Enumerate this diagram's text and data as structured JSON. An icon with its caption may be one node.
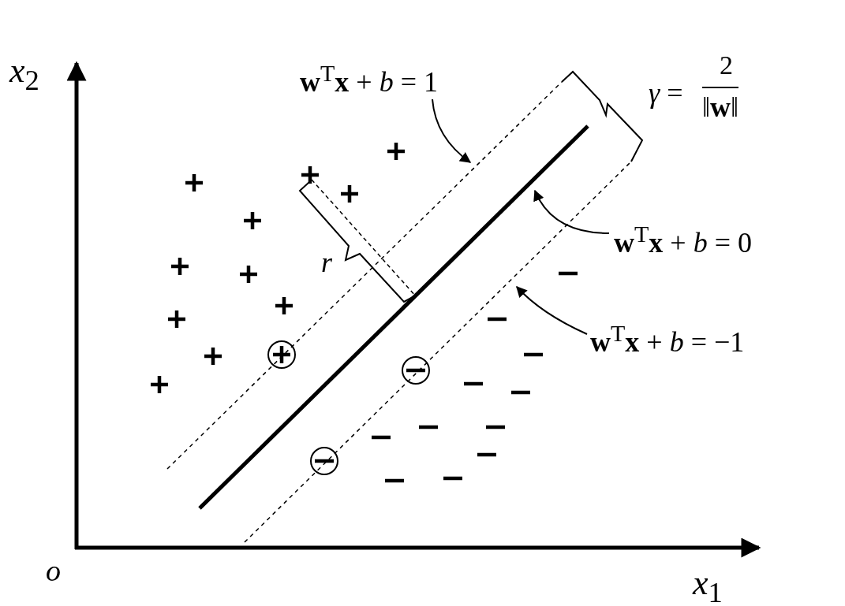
{
  "diagram": {
    "nodes": [
      {
        "text": [
          "**w**$^{T}$**x** + *b* = 1"
        ]
      },
      {
        "text": [],
        "shape": "line"
      },
      {
        "text": [
          "**w**$^{T}$**x** + *b* = 0"
        ]
      },
      {
        "text": [],
        "shape": "line"
      },
      {
        "text": [
          "**w**$^{T}$**x** + *b* = −1"
        ]
      },
      {
        "text": [],
        "shape": "line"
      }
    ],
    "edges": [
      {
        "from": 0,
        "to": 1,
        "arrow": "to"
      },
      {
        "from": 2,
        "to": 3,
        "arrow": "to"
      },
      {
        "from": 4,
        "to": 5,
        "arrow": "to"
      }
    ],
    "labels": [
      "*x*$_{2}$",
      "*γ* =",
      "2",
      "‖**w**‖",
      "*r*",
      "*o*",
      "*x*$_{1}$"
    ]
  }
}
